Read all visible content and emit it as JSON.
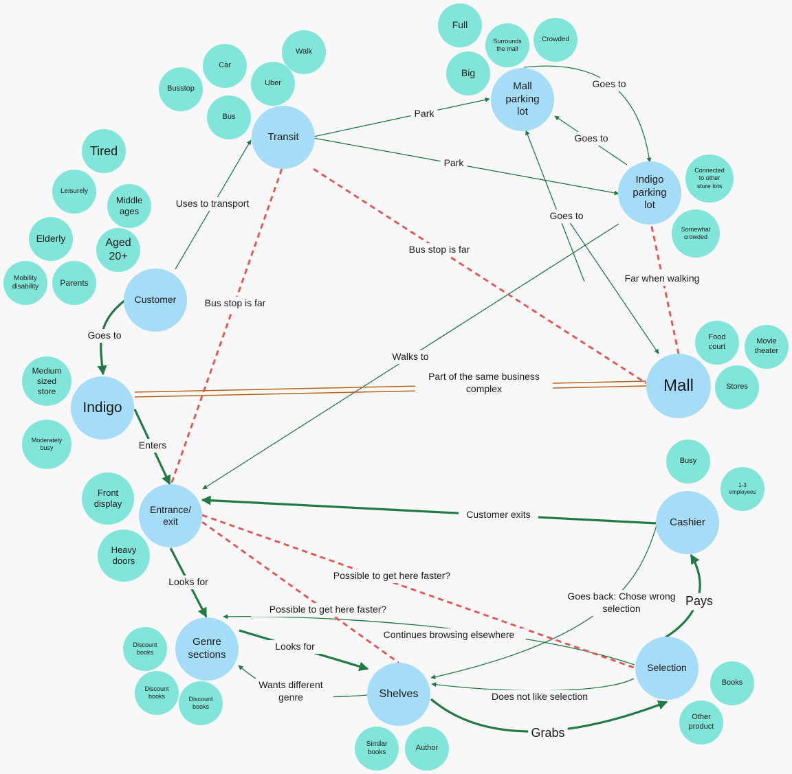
{
  "colors": {
    "background": "#f8f8f8",
    "main_node": "#a5dcf8",
    "attribute_node": "#82e5d9",
    "solid_edge": "#1f7a45",
    "dashed_edge": "#e8504a",
    "business_link": "#b4611e",
    "label_background": "#f8f8f8"
  },
  "main_nodes": {
    "customer": "Customer",
    "transit": "Transit",
    "mall_parking_lot": "Mall\nparking\nlot",
    "indigo_parking_lot": "Indigo\nparking\nlot",
    "mall": "Mall",
    "indigo": "Indigo",
    "entrance_exit": "Entrance/\nexit",
    "genre_sections": "Genre\nsections",
    "shelves": "Shelves",
    "selection": "Selection",
    "cashier": "Cashier"
  },
  "attribute_nodes": {
    "tired": "Tired",
    "leisurely": "Leisurely",
    "middle_ages": "Middle\nages",
    "elderly": "Elderly",
    "aged_20": "Aged\n20+",
    "mobility_disability": "Mobility\ndisability",
    "parents": "Parents",
    "busstop": "Busstop",
    "car": "Car",
    "walk": "Walk",
    "uber": "Uber",
    "bus": "Bus",
    "full": "Full",
    "surrounds_mall": "Surrounds\nthe mall",
    "crowded": "Crowded",
    "big": "Big",
    "connected_lots": "Connected\nto other\nstore lots",
    "somewhat_crowded": "Somewhat\ncrowded",
    "food_court": "Food\ncourt",
    "movie_theater": "Movie\ntheater",
    "stores": "Stores",
    "medium_store": "Medium\nsized\nstore",
    "moderately_busy": "Moderately\nbusy",
    "front_display": "Front\ndisplay",
    "heavy_doors": "Heavy\ndoors",
    "busy": "Busy",
    "employees": "1-3\nemployees",
    "discount_books_1": "Discount\nbooks",
    "discount_books_2": "Discount\nbooks",
    "discount_books_3": "Discount\nbooks",
    "similar_books": "Similar\nbooks",
    "author": "Author",
    "books": "Books",
    "other_product": "Other\nproduct"
  },
  "edge_labels": {
    "uses_to_transport": "Uses to transport",
    "goes_to_indigo": "Goes to",
    "park_mall": "Park",
    "park_indigo": "Park",
    "goes_to_loop": "Goes to",
    "goes_to_lots": "Goes to",
    "goes_to_mall": "Goes to",
    "bus_stop_far_1": "Bus stop is far",
    "bus_stop_far_2": "Bus stop is far",
    "far_when_walking": "Far when walking",
    "walks_to": "Walks to",
    "same_business": "Part of the same business\ncomplex",
    "enters": "Enters",
    "customer_exits": "Customer exits",
    "looks_for_1": "Looks for",
    "looks_for_2": "Looks for",
    "faster_1": "Possible to get here faster?",
    "faster_2": "Possible to get here faster?",
    "goes_back": "Goes back: Chose wrong\nselection",
    "pays": "Pays",
    "continues_browsing": "Continues browsing elsewhere",
    "wants_different_genre": "Wants different\ngenre",
    "does_not_like": "Does not like selection",
    "grabs": "Grabs"
  }
}
